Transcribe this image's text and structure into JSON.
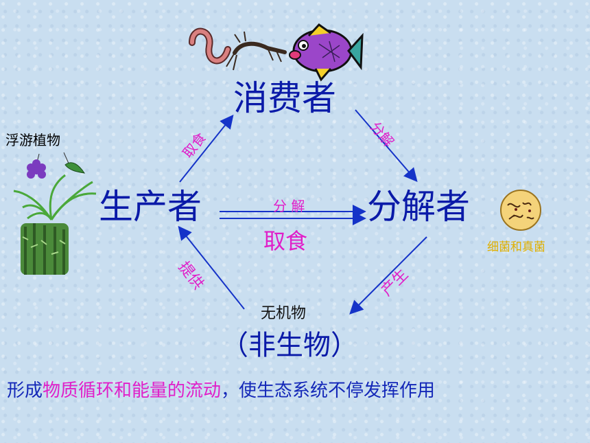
{
  "nodes": {
    "consumer": "消费者",
    "producer": "生产者",
    "decomposer": "分解者",
    "inorganic": "无机物",
    "nonliving": "（非生物）"
  },
  "edges": {
    "producer_to_consumer": "取食",
    "consumer_to_decomposer": "分解",
    "producer_decompose": "分 解",
    "producer_eaten": "取食",
    "decomposer_to_inorganic": "产生",
    "inorganic_to_producer": "提供"
  },
  "labels": {
    "plankton": "浮游植物",
    "bacteria": "细菌和真菌"
  },
  "summary": {
    "part1": "形成",
    "part2": "物质循环和能量的流动",
    "part3": "，使生态系统不停发挥作用"
  },
  "colors": {
    "node": "#0a1aa8",
    "accent": "#e01fc9",
    "bacteria_label": "#e0b000",
    "background": "#c9def0"
  }
}
